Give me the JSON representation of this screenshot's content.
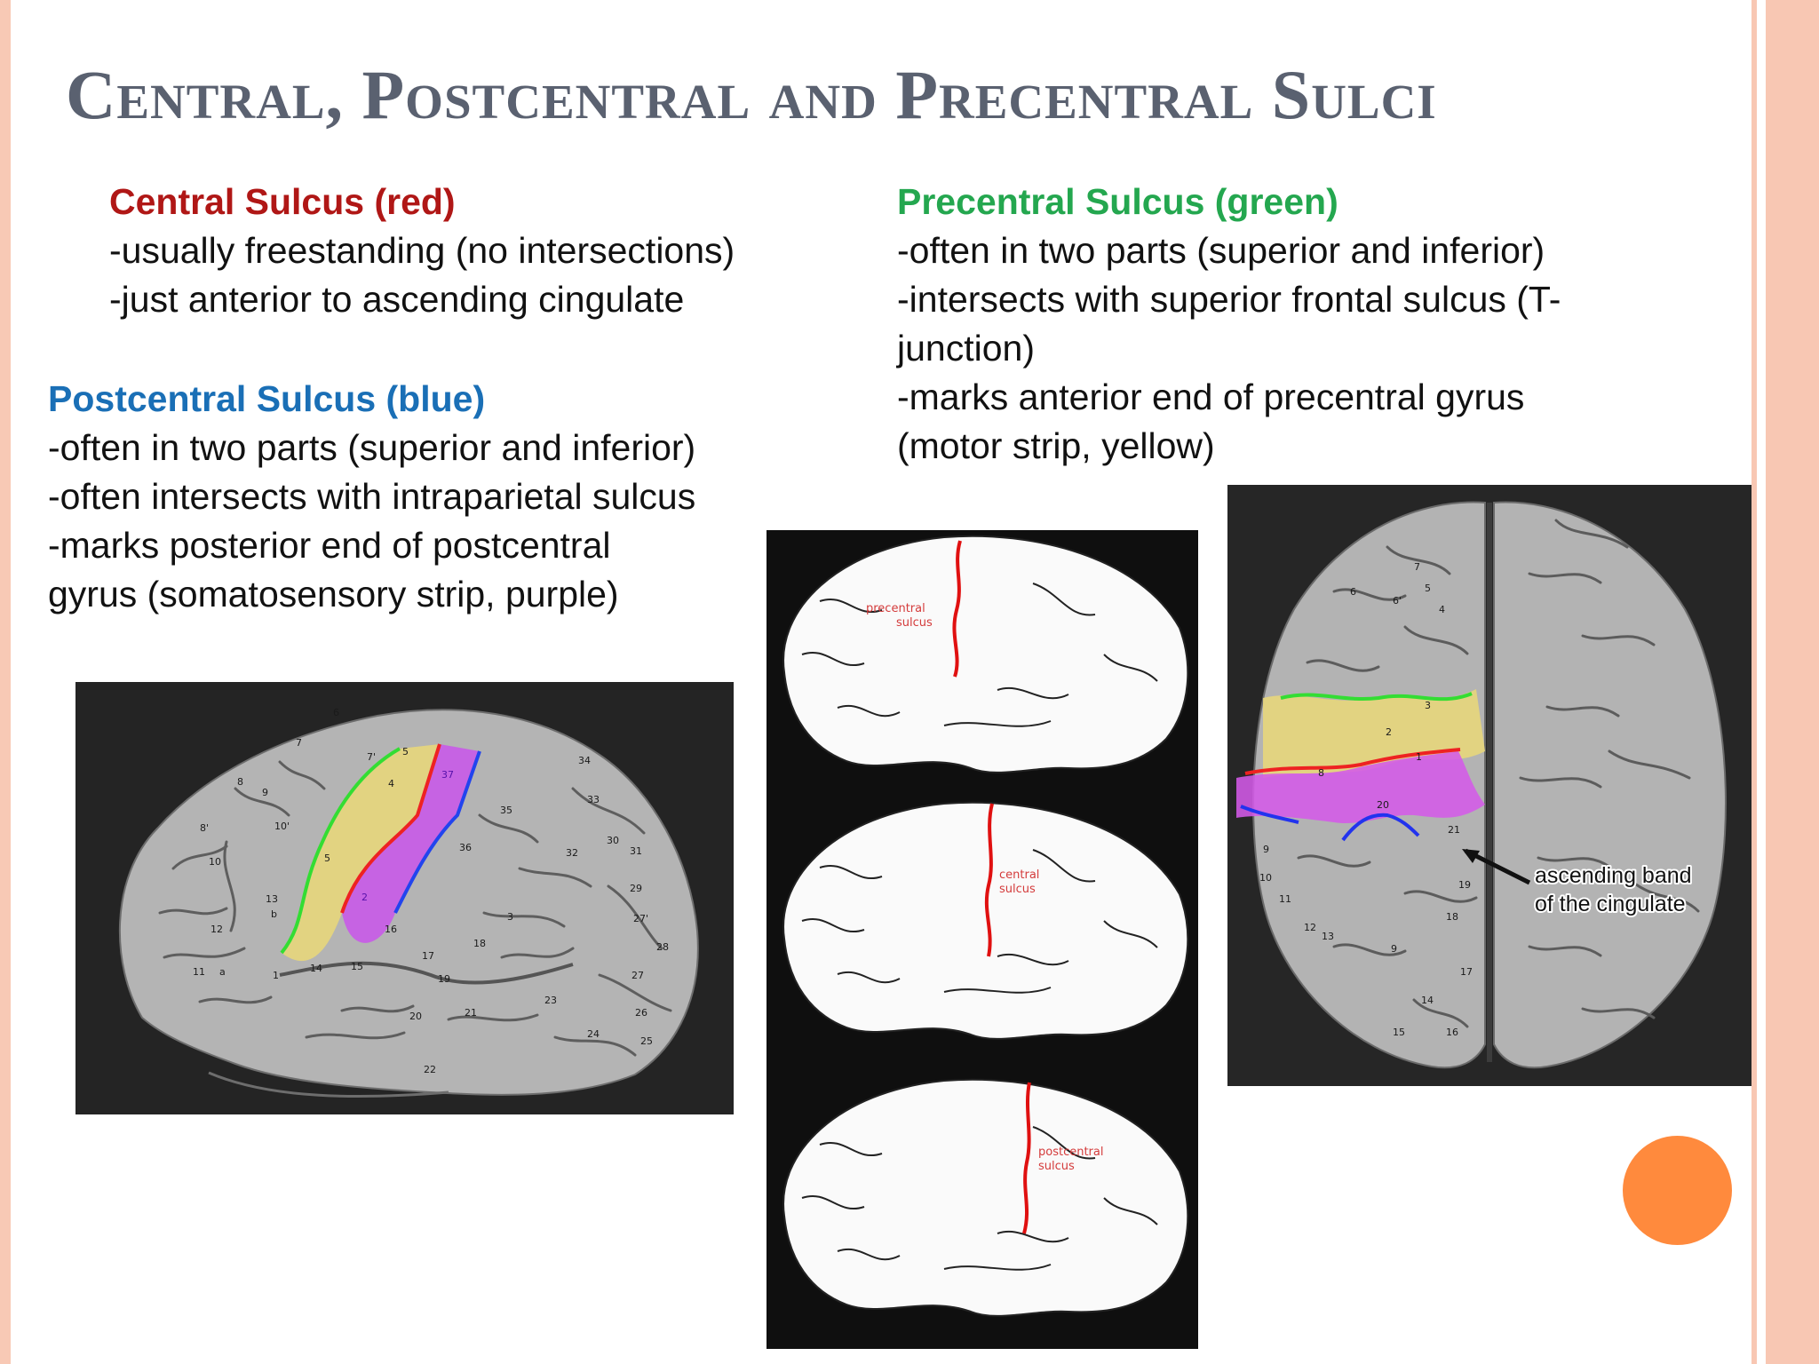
{
  "slide": {
    "title": "Central, Postcentral and Precentral Sulci",
    "central": {
      "heading": "Central Sulcus (red)",
      "lines": [
        "-usually freestanding (no intersections)",
        "-just anterior to ascending cingulate"
      ]
    },
    "postcentral": {
      "heading": "Postcentral Sulcus (blue)",
      "lines": [
        "-often in two parts (superior and inferior)",
        "-often intersects with intraparietal sulcus",
        "-marks posterior end of postcentral",
        "gyrus (somatosensory strip, purple)"
      ]
    },
    "precentral": {
      "heading": "Precentral Sulcus (green)",
      "lines": [
        "-often in two parts (superior and inferior)",
        "-intersects with superior frontal sulcus (T-",
        "junction)",
        "-marks anterior end of precentral gyrus",
        "(motor strip, yellow)"
      ]
    }
  },
  "lateral_view": {
    "labels": {
      "l6": "6",
      "l7": "7",
      "l7b": "7'",
      "l8": "8",
      "l8b": "8'",
      "l9": "9",
      "l10": "10",
      "l10b": "10'",
      "l11": "11",
      "la": "a",
      "l12": "12",
      "l13": "13",
      "lb": "b",
      "l5": "5",
      "l5b": "5",
      "l4": "4",
      "l37": "37",
      "l34": "34",
      "l33": "33",
      "l35": "35",
      "l36": "36",
      "l32": "32",
      "l30": "30",
      "l31": "31",
      "l29": "29",
      "l27": "27",
      "l27b": "27'",
      "l28": "28",
      "l2": "2",
      "l16": "16",
      "l17": "17",
      "l18": "18",
      "l3": "3",
      "l1": "1",
      "l14": "14",
      "l15": "15",
      "l19": "19",
      "l20": "20",
      "l21": "21",
      "l23": "23",
      "l26": "26",
      "l24": "24",
      "l25": "25",
      "l22": "22"
    }
  },
  "diagrams": {
    "precentral_label": [
      "precentral",
      "sulcus"
    ],
    "central_label": [
      "central",
      "sulcus"
    ],
    "postcentral_label": [
      "postcentral",
      "sulcus"
    ]
  },
  "superior_view": {
    "annotation": [
      "ascending band",
      "of the cingulate"
    ],
    "labels": {
      "s7": "7",
      "s6": "6",
      "s6b": "6'",
      "s5": "5",
      "s4": "4",
      "s3": "3",
      "s2": "2",
      "s1": "1",
      "s8": "8",
      "s20": "20",
      "s21": "21",
      "s9": "9",
      "s10": "10",
      "s11": "11",
      "s12": "12",
      "s13": "13",
      "s19": "19",
      "s18": "18",
      "s9b": "9",
      "s17": "17",
      "s14": "14",
      "s15": "15",
      "s16": "16"
    }
  },
  "colors": {
    "title": "#5a6170",
    "central_red": "#b01716",
    "postcentral_blue": "#1a6fb6",
    "precentral_green": "#24a74f",
    "motor_yellow": "#e8d77a",
    "sensory_purple": "#c85ae8",
    "accent_orange": "#ff8a3d",
    "frame_peach": "#f8c7b3"
  }
}
